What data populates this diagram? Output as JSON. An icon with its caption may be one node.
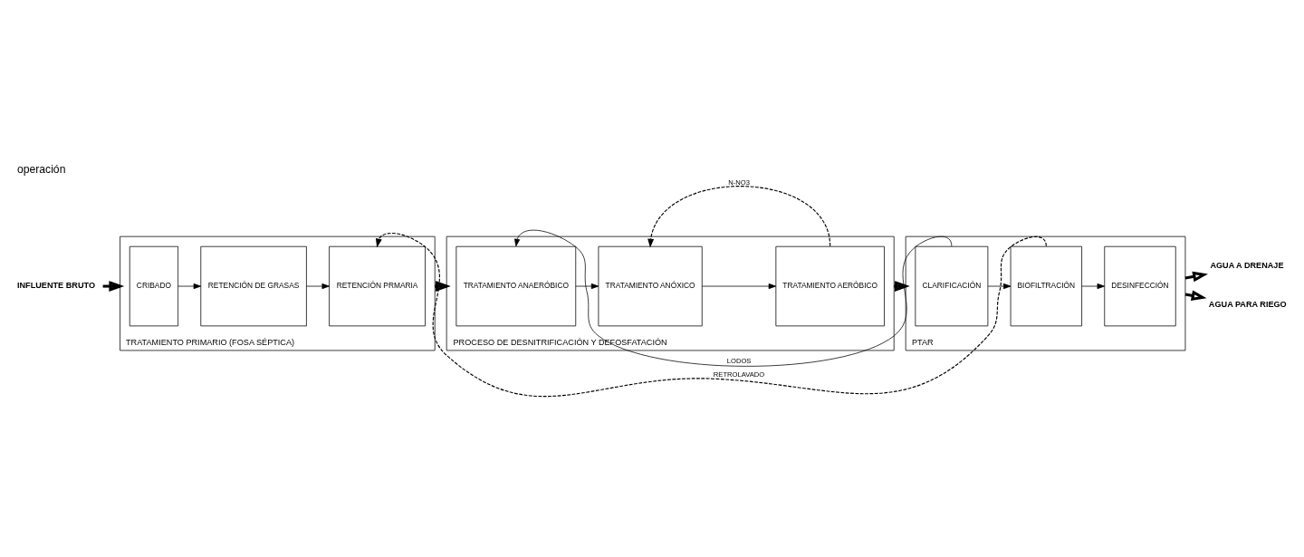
{
  "diagram": {
    "title": "operación",
    "nodes": [
      {
        "text": [
          "INFLUENTE BRUTO"
        ]
      },
      {
        "text": [
          "TRATAMIENTO PRIMARIO (FOSA SÉPTICA)"
        ]
      },
      {
        "text": [
          "CRIBADO"
        ],
        "in": 1
      },
      {
        "text": [
          "RETENCIÓN DE GRASAS"
        ],
        "in": 1
      },
      {
        "text": [
          "RETENCIÓN PRMARIA"
        ],
        "in": 1
      },
      {
        "text": [
          "PROCESO DE DESNITRIFICACIÓN Y DEFOSFATACIÓN"
        ]
      },
      {
        "text": [
          "TRATAMIENTO ANAERÓBICO"
        ],
        "in": 5
      },
      {
        "text": [
          "TRATAMIENTO ANÓXICO"
        ],
        "in": 5
      },
      {
        "text": [
          "TRATAMIENTO AERÓBICO"
        ],
        "in": 5
      },
      {
        "text": [
          "PTAR"
        ]
      },
      {
        "text": [
          "CLARIFICACIÓN"
        ],
        "in": 9
      },
      {
        "text": [
          "BIOFILTRACIÓN"
        ],
        "in": 9
      },
      {
        "text": [
          "DESINFECCIÓN"
        ],
        "in": 9
      },
      {
        "text": [
          "AGUA A DRENAJE"
        ]
      },
      {
        "text": [
          "AGUA PARA RIEGO"
        ]
      }
    ],
    "edges": [
      {
        "from": 0,
        "to": 1,
        "arrow": "to",
        "style": "thick"
      },
      {
        "from": 2,
        "to": 3,
        "arrow": "to"
      },
      {
        "from": 3,
        "to": 4,
        "arrow": "to"
      },
      {
        "from": 1,
        "to": 5,
        "arrow": "to",
        "style": "thick"
      },
      {
        "from": 6,
        "to": 7,
        "arrow": "to"
      },
      {
        "from": 7,
        "to": 8,
        "arrow": "to"
      },
      {
        "from": 5,
        "to": 9,
        "arrow": "to",
        "style": "thick"
      },
      {
        "from": 10,
        "to": 11,
        "arrow": "to"
      },
      {
        "from": 11,
        "to": 12,
        "arrow": "to"
      },
      {
        "from": 9,
        "to": 13,
        "arrow": "to",
        "style": "thick"
      },
      {
        "from": 9,
        "to": 14,
        "arrow": "to",
        "style": "thick"
      },
      {
        "from": 11,
        "to": 4,
        "arrow": "to",
        "label": "RETROLAVADO",
        "style": "dashed"
      },
      {
        "from": 10,
        "to": 6,
        "arrow": "to",
        "label": "LODOS"
      },
      {
        "from": 8,
        "to": 7,
        "arrow": "to",
        "label": "N-NO3",
        "style": "dashed"
      }
    ]
  }
}
